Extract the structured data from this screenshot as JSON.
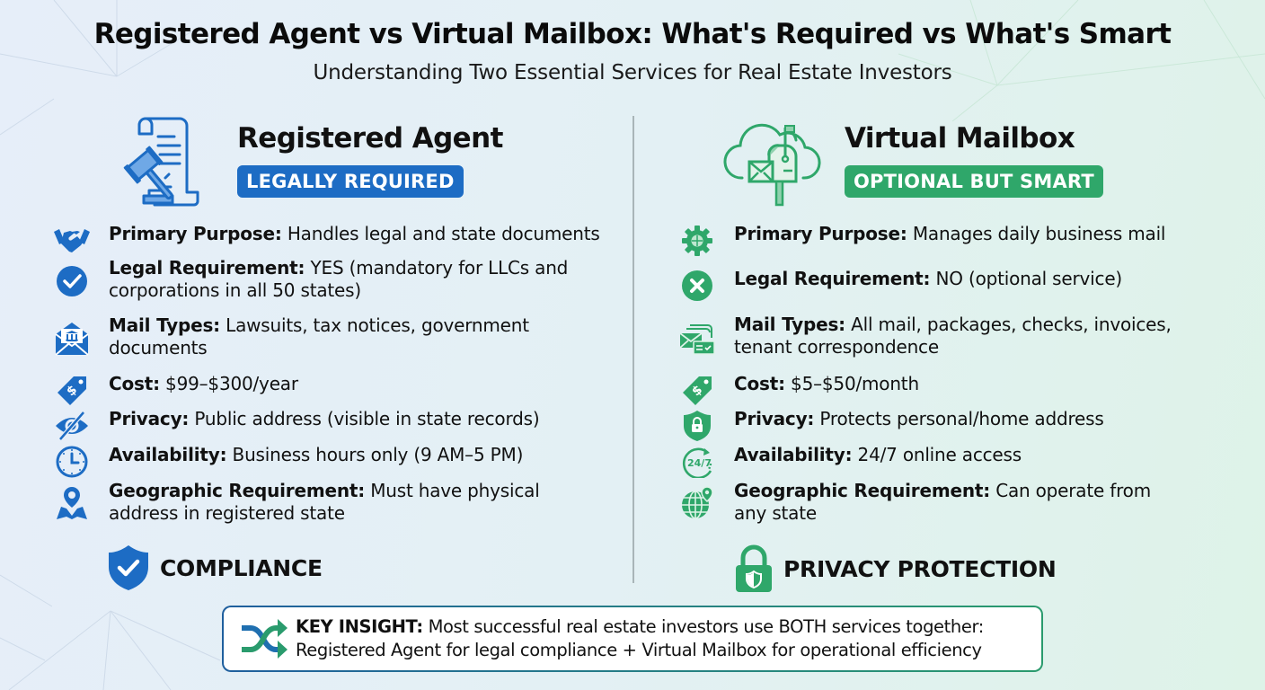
{
  "header": {
    "title": "Registered Agent vs Virtual Mailbox: What's Required vs What's Smart",
    "subtitle": "Understanding Two Essential Services for Real Estate Investors"
  },
  "colors": {
    "blue": "#1d6cc4",
    "green": "#2fa76a",
    "divider": "#a9b5b8"
  },
  "left": {
    "icon": "legal-document-gavel-icon",
    "title": "Registered Agent",
    "badge": "LEGALLY REQUIRED",
    "items": [
      {
        "icon": "handshake-icon",
        "label": "Primary Purpose:",
        "text": " Handles legal and state documents"
      },
      {
        "icon": "check-circle-icon",
        "label": "Legal Requirement:",
        "text": " YES (mandatory for LLCs and corporations in all 50 states)"
      },
      {
        "icon": "government-mail-icon",
        "label": "Mail Types:",
        "text": " Lawsuits, tax notices, government documents"
      },
      {
        "icon": "price-tag-icon",
        "label": "Cost:",
        "text": " $99–$300/year"
      },
      {
        "icon": "eye-slash-icon",
        "label": "Privacy:",
        "text": " Public address (visible in state records)"
      },
      {
        "icon": "clock-icon",
        "label": "Availability:",
        "text": " Business hours only (9 AM–5 PM)"
      },
      {
        "icon": "map-pin-icon",
        "label": "Geographic Requirement:",
        "text": " Must have physical address in registered state"
      }
    ],
    "footer": {
      "icon": "shield-check-icon",
      "label": "COMPLIANCE"
    }
  },
  "right": {
    "icon": "cloud-mailbox-icon",
    "title": "Virtual Mailbox",
    "badge": "OPTIONAL BUT SMART",
    "items": [
      {
        "icon": "gear-icon",
        "label": "Primary Purpose:",
        "text": " Manages daily business mail"
      },
      {
        "icon": "x-circle-icon",
        "label": "Legal Requirement:",
        "text": " NO (optional service)"
      },
      {
        "icon": "mail-stack-icon",
        "label": "Mail Types:",
        "text": " All mail, packages, checks, invoices, tenant correspondence"
      },
      {
        "icon": "price-tag-icon",
        "label": "Cost:",
        "text": " $5–$50/month"
      },
      {
        "icon": "shield-lock-icon",
        "label": "Privacy:",
        "text": " Protects personal/home address"
      },
      {
        "icon": "24-7-icon",
        "label": "Availability:",
        "text": " 24/7 online access"
      },
      {
        "icon": "globe-pin-icon",
        "label": "Geographic Requirement:",
        "text": " Can operate from any state"
      }
    ],
    "footer": {
      "icon": "padlock-shield-icon",
      "label": "PRIVACY PROTECTION"
    }
  },
  "insight": {
    "icon": "shuffle-arrows-icon",
    "label": "KEY INSIGHT:",
    "text": " Most successful real estate investors use BOTH services together: Registered Agent for legal compliance + Virtual Mailbox for operational efficiency"
  }
}
